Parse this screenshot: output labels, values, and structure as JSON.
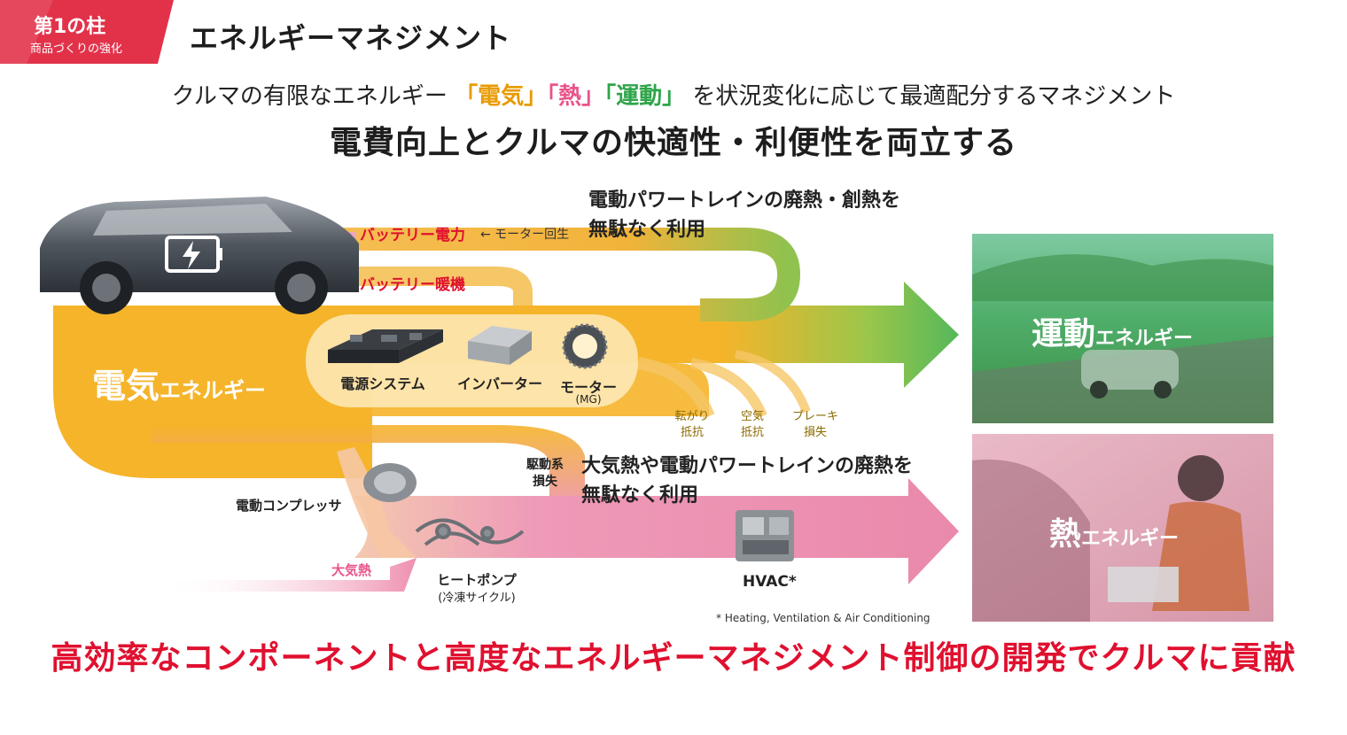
{
  "header": {
    "badge_line1": "第1の柱",
    "badge_line2": "商品づくりの強化",
    "title": "エネルギーマネジメント"
  },
  "subtitle": {
    "prefix": "クルマの有限なエネルギー",
    "elec": "「電気」",
    "heat": "「熱」",
    "motion": "「運動」",
    "suffix": "を状況変化に応じて最適配分するマネジメント"
  },
  "headline": "電費向上とクルマの快適性・利便性を両立する",
  "diagram": {
    "battery_power": "バッテリー電力",
    "motor_regen": "← モーター回生",
    "battery_heater": "バッテリー暖機",
    "waste_heat_top_line1": "電動パワートレインの廃熱・創熱を",
    "waste_heat_top_line2": "無駄なく利用",
    "electric_energy_big": "電気",
    "electric_energy_small": "エネルギー",
    "components": [
      {
        "label": "電源システム"
      },
      {
        "label": "インバーター"
      },
      {
        "label": "モーター",
        "sub": "(MG)"
      }
    ],
    "losses": [
      {
        "line1": "転がり",
        "line2": "抵抗"
      },
      {
        "line1": "空気",
        "line2": "抵抗"
      },
      {
        "line1": "ブレーキ",
        "line2": "損失"
      }
    ],
    "drive_loss_line1": "駆動系",
    "drive_loss_line2": "損失",
    "waste_heat_mid_line1": "大気熱や電動パワートレインの廃熱を",
    "waste_heat_mid_line2": "無駄なく利用",
    "compressor": "電動コンプレッサ",
    "atmospheric_heat": "大気熱",
    "heat_pump": "ヒートポンプ",
    "heat_pump_sub": "(冷凍サイクル)",
    "hvac": "HVAC*",
    "footnote": "* Heating, Ventilation & Air Conditioning",
    "motion_energy_big": "運動",
    "motion_energy_small": "エネルギー",
    "heat_energy_big": "熱",
    "heat_energy_small": "エネルギー"
  },
  "bottom_message": "高効率なコンポーネントと高度なエネルギーマネジメント制御の開発でクルマに貢献",
  "colors": {
    "accent_red": "#e0102f",
    "electric_orange": "#f5b42a",
    "heat_pink": "#ee8fb0",
    "motion_green": "#4caf50"
  }
}
